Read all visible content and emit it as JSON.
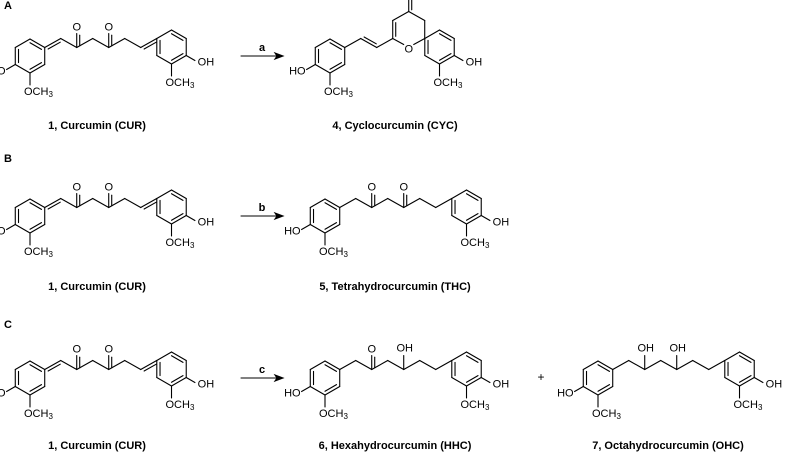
{
  "panels": [
    {
      "letter": "A",
      "reagent": "a",
      "reactant": {
        "number": "1",
        "name": "Curcumin (CUR)"
      },
      "products": [
        {
          "number": "4",
          "name": "Cyclocurcumin (CYC)"
        }
      ]
    },
    {
      "letter": "B",
      "reagent": "b",
      "reactant": {
        "number": "1",
        "name": "Curcumin (CUR)"
      },
      "products": [
        {
          "number": "5",
          "name": "Tetrahydrocurcumin (THC)"
        }
      ]
    },
    {
      "letter": "C",
      "reagent": "c",
      "reactant": {
        "number": "1",
        "name": "Curcumin (CUR)"
      },
      "products": [
        {
          "number": "6",
          "name": "Hexahydrocurcumin (HHC)"
        },
        {
          "number": "7",
          "name": "Octahydrocurcumin (OHC)"
        }
      ],
      "plus": "+"
    }
  ],
  "atoms": {
    "ho": "HO",
    "oh": "OH",
    "o": "O",
    "methoxy": "OCH",
    "methoxy_sub": "3"
  }
}
